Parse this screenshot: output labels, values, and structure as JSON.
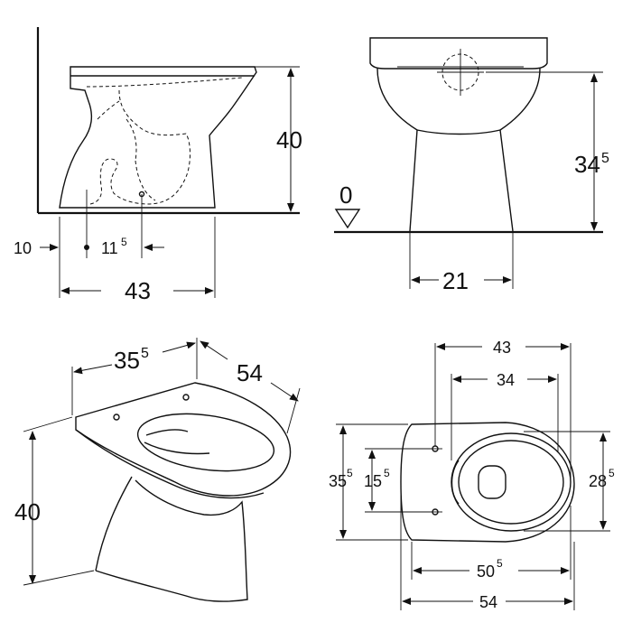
{
  "side_view": {
    "height_label": "40",
    "wall_offset_label": "10",
    "outlet_main": "11",
    "outlet_sup": "5",
    "depth_label": "43"
  },
  "front_view": {
    "floor_label": "0",
    "outlet_height_main": "34",
    "outlet_height_sup": "5",
    "base_width_label": "21"
  },
  "perspective_view": {
    "width_main": "35",
    "width_sup": "5",
    "depth_label": "54",
    "height_label": "40"
  },
  "top_view": {
    "overall_width_label": "43",
    "inner_width_label": "34",
    "left_dim_main": "35",
    "left_dim_sup": "5",
    "hole_spacing_main": "15",
    "hole_spacing_sup": "5",
    "right_dim_main": "28",
    "right_dim_sup": "5",
    "bowl_length_main": "50",
    "bowl_length_sup": "5",
    "overall_length_label": "54"
  }
}
